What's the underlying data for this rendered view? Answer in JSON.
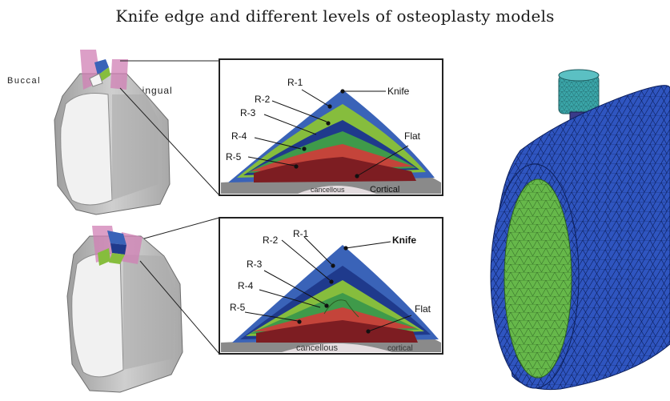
{
  "title": "Knife edge and different levels of osteoplasty models",
  "side_labels": {
    "buccal": "Buccal",
    "lingual": "Lingual"
  },
  "top_panel": {
    "labels": [
      "R-1",
      "R-2",
      "R-3",
      "R-4",
      "R-5"
    ],
    "knife": "Knife",
    "flat": "Flat",
    "cancellous": "cancellous",
    "cortical": "Cortical"
  },
  "bottom_panel": {
    "labels": [
      "R-1",
      "R-2",
      "R-3",
      "R-4",
      "R-5"
    ],
    "knife": "Knife",
    "flat": "Flat",
    "cancellous": "cancellous",
    "cortical": "cortical"
  },
  "colors": {
    "r1": "#3a63b8",
    "r2": "#86bd3d",
    "r3": "#1f3a8c",
    "r4": "#3f9a4a",
    "r5": "#c4443a",
    "r6": "#7d1d22",
    "cortical": "#8a8a8a",
    "cancellous": "#e4dcdf",
    "mesh_blue": "#2f55c0",
    "mesh_green": "#66b84a",
    "mesh_teal": "#3aa5a8",
    "bone_gray": "#b9b9b9"
  }
}
